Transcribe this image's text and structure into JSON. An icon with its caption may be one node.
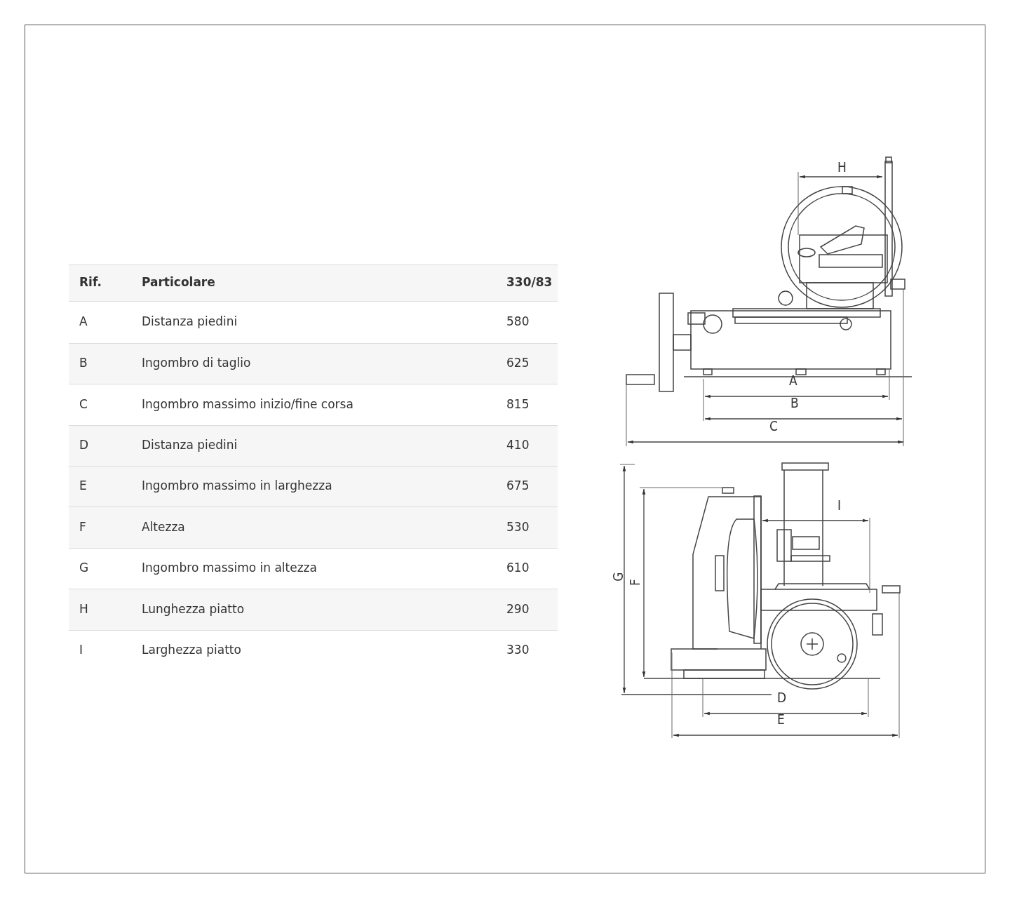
{
  "diagram": {
    "labels": [
      "Rif.",
      "Particolare",
      "330/83",
      "A",
      "Distanza piedini",
      "580",
      "B",
      "Ingombro di taglio",
      "625",
      "C",
      "Ingombro massimo inizio/fine corsa",
      "815",
      "D",
      "Distanza piedini",
      "410",
      "E",
      "Ingombro massimo in larghezza",
      "675",
      "F",
      "Altezza",
      "530",
      "G",
      "Ingombro massimo in altezza",
      "610",
      "H",
      "Lunghezza piatto",
      "290",
      "I",
      "Larghezza piatto",
      "330",
      "H",
      "A",
      "B",
      "C",
      "I",
      "G",
      "F",
      "D",
      "E"
    ]
  }
}
